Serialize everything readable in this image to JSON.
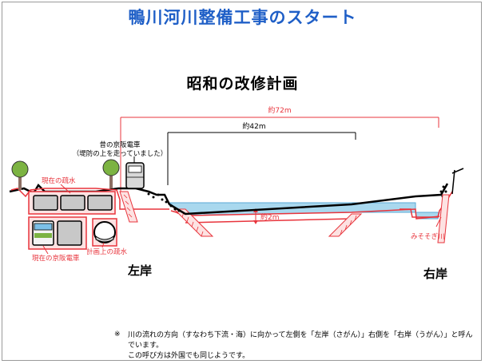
{
  "title": "鴨川河川整備工事のスタート",
  "subtitle": "昭和の改修計画",
  "labels": {
    "width_total": "約72m",
    "width_inner": "約42m",
    "depth": "約2m",
    "old_railway_line1": "昔の京阪電車",
    "old_railway_line2": "（堤防の上を走っていました）",
    "current_conduit": "現在の疏水",
    "current_railway": "現在の京阪電車",
    "planned_conduit": "計画上の疏水",
    "misosogi": "みそそぎ川",
    "left_bank": "左岸",
    "right_bank": "右岸"
  },
  "note": {
    "mark": "※",
    "line1": "川の流れの方向（すなわち下流・海）に向かって左側を「左岸（さがん）」右側を「右岸（うがん）」と呼んでいます。",
    "line2": "この呼び方は外国でも同じようです。"
  },
  "colors": {
    "title": "#1f5fc7",
    "red": "#e8343c",
    "water": "#a9d8ee",
    "tree": "#7cb342"
  }
}
